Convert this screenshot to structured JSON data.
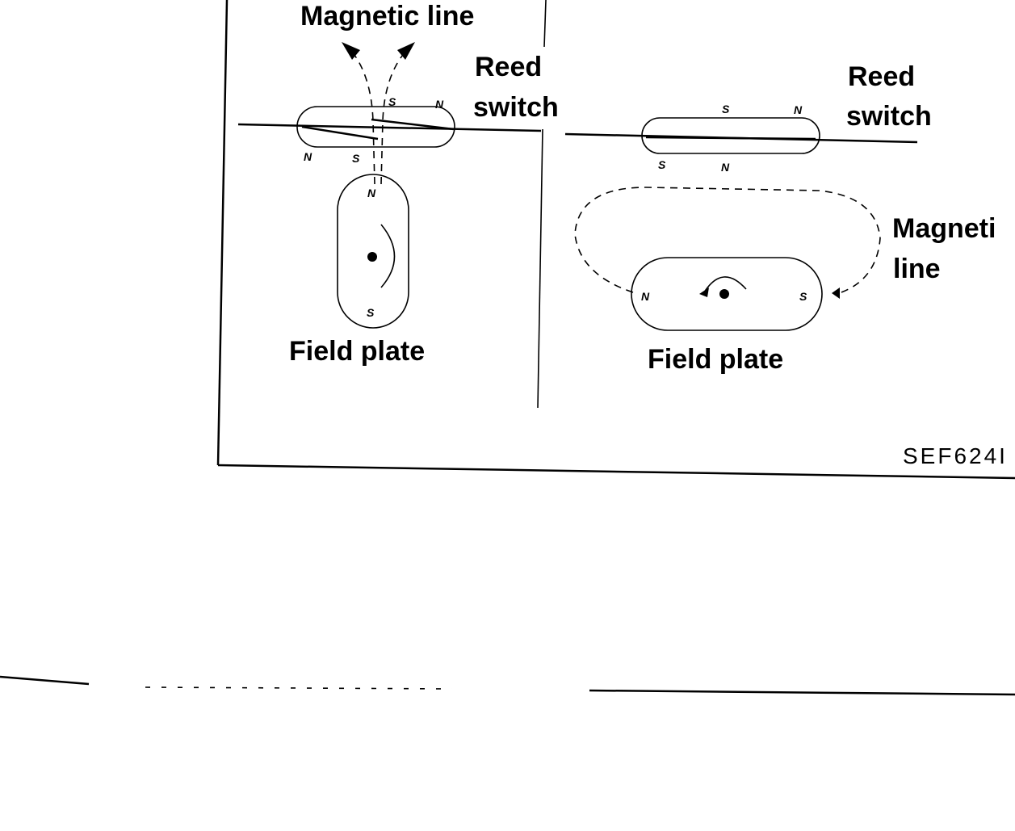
{
  "left_panel": {
    "magnetic_line_label": "Magnetic line",
    "reed_switch_label_line1": "Reed",
    "reed_switch_label_line2": "switch",
    "field_plate_label": "Field plate",
    "reed_poles": {
      "top_s": "S",
      "top_n": "N",
      "bottom_n": "N",
      "bottom_s": "S"
    },
    "plate_poles": {
      "top": "N",
      "bottom": "S"
    }
  },
  "right_panel": {
    "reed_switch_label_line1": "Reed",
    "reed_switch_label_line2": "switch",
    "magnetic_line_label_line1": "Magneti",
    "magnetic_line_label_line2": "line",
    "field_plate_label": "Field plate",
    "reed_poles": {
      "top_s": "S",
      "top_n": "N",
      "bottom_s": "S",
      "bottom_n": "N"
    },
    "plate_poles": {
      "left": "N",
      "right": "S"
    }
  },
  "figure_code": "SEF624I"
}
